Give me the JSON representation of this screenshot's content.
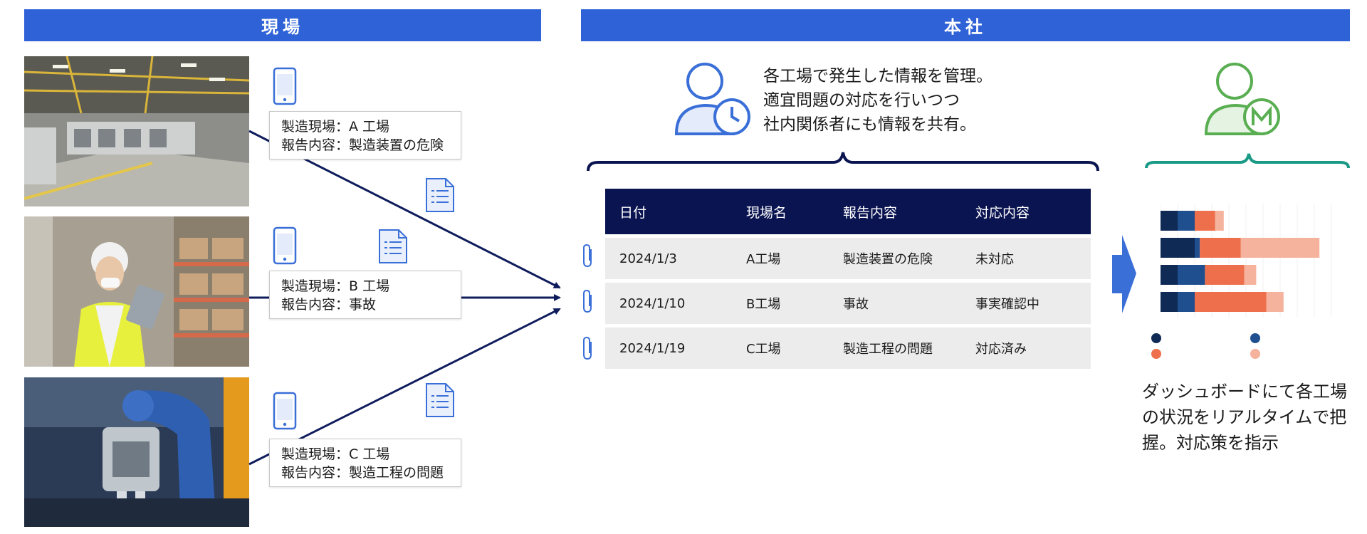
{
  "sections": {
    "site_title": "現場",
    "hq_title": "本社"
  },
  "reports": [
    {
      "site": "製造現場：A 工場",
      "content": "報告内容：製造装置の危険"
    },
    {
      "site": "製造現場：B 工場",
      "content": "報告内容：事故"
    },
    {
      "site": "製造現場：C 工場",
      "content": "報告内容：製造工程の問題"
    }
  ],
  "hq_description": [
    "各工場で発生した情報を管理。",
    "適宜問題の対応を行いつつ",
    "社内関係者にも情報を共有。"
  ],
  "table": {
    "headers": [
      "日付",
      "現場名",
      "報告内容",
      "対応内容"
    ],
    "rows": [
      [
        "2024/1/3",
        "A工場",
        "製造装置の危険",
        "未対応"
      ],
      [
        "2024/1/10",
        "B工場",
        "事故",
        "事実確認中"
      ],
      [
        "2024/1/19",
        "C工場",
        "製造工程の問題",
        "対応済み"
      ]
    ]
  },
  "dashboard_text": [
    "ダッシュボードにて各工場",
    "の状況をリアルタイムで把",
    "握。対応策を指示"
  ],
  "colors": {
    "band": "#2f62d6",
    "table_header": "#0a1450",
    "table_row": "#ececec",
    "arrow": "#0f1c5c",
    "icon_blue": "#3a6fd8",
    "icon_green": "#5aae52",
    "brace_teal": "#1a9a86",
    "bar_navy": "#0e2a55",
    "bar_blue": "#1f4f8f",
    "bar_orange": "#ee6f4c",
    "bar_peach": "#f5b29c"
  },
  "icons": [
    "smartphone-icon",
    "document-icon",
    "user-clock-icon",
    "user-manager-icon",
    "paperclip-icon",
    "right-arrow-icon"
  ],
  "chart_data": {
    "type": "bar",
    "orientation": "horizontal",
    "stacked": true,
    "categories": [
      "",
      "",
      "",
      ""
    ],
    "series": [
      {
        "color": "#0e2a55",
        "values": [
          1,
          2,
          1,
          1
        ]
      },
      {
        "color": "#1f4f8f",
        "values": [
          1,
          0.3,
          1.6,
          1
        ]
      },
      {
        "color": "#ee6f4c",
        "values": [
          1.2,
          2.4,
          2.3,
          4.2
        ]
      },
      {
        "color": "#f5b29c",
        "values": [
          0.5,
          4.6,
          0.7,
          1
        ]
      }
    ],
    "xlim": [
      0,
      10
    ],
    "grid": true,
    "legend": "bottom"
  }
}
